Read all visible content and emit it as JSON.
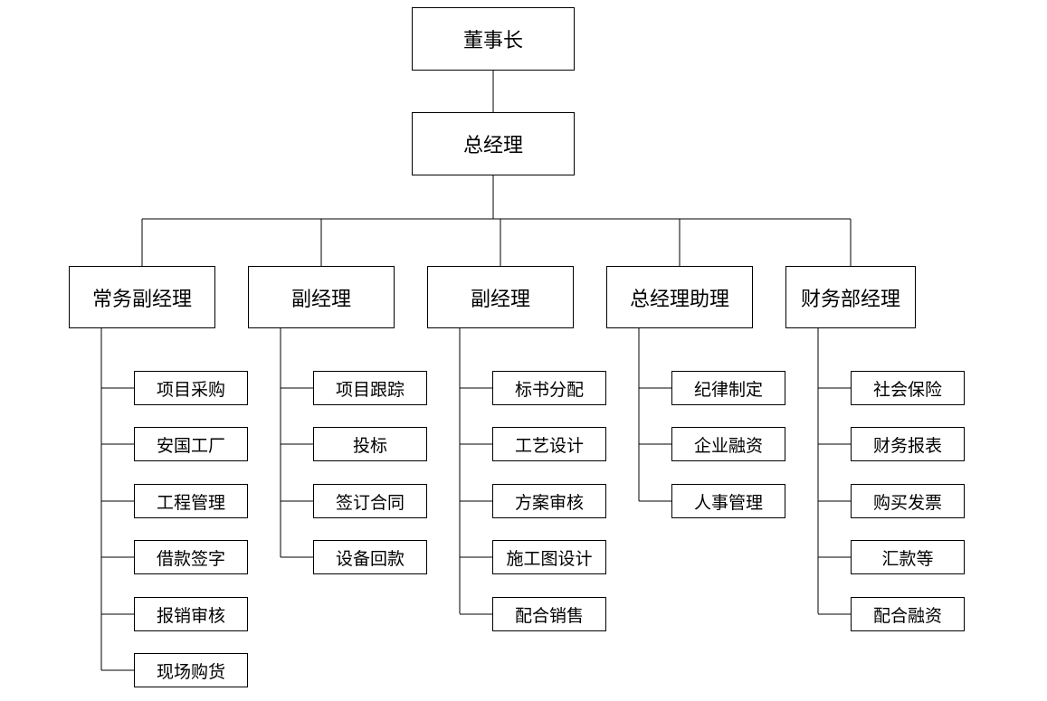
{
  "chairman": "董事长",
  "general_manager": "总经理",
  "departments": [
    {
      "title": "常务副经理",
      "duties": [
        "项目采购",
        "安国工厂",
        "工程管理",
        "借款签字",
        "报销审核",
        "现场购货"
      ]
    },
    {
      "title": "副经理",
      "duties": [
        "项目跟踪",
        "投标",
        "签订合同",
        "设备回款"
      ]
    },
    {
      "title": "副经理",
      "duties": [
        "标书分配",
        "工艺设计",
        "方案审核",
        "施工图设计",
        "配合销售"
      ]
    },
    {
      "title": "总经理助理",
      "duties": [
        "纪律制定",
        "企业融资",
        "人事管理"
      ]
    },
    {
      "title": "财务部经理",
      "duties": [
        "社会保险",
        "财务报表",
        "购买发票",
        "汇款等",
        "配合融资"
      ]
    }
  ],
  "colors": {
    "line": "#000000",
    "box_border": "#000000",
    "box_fill": "#ffffff"
  }
}
